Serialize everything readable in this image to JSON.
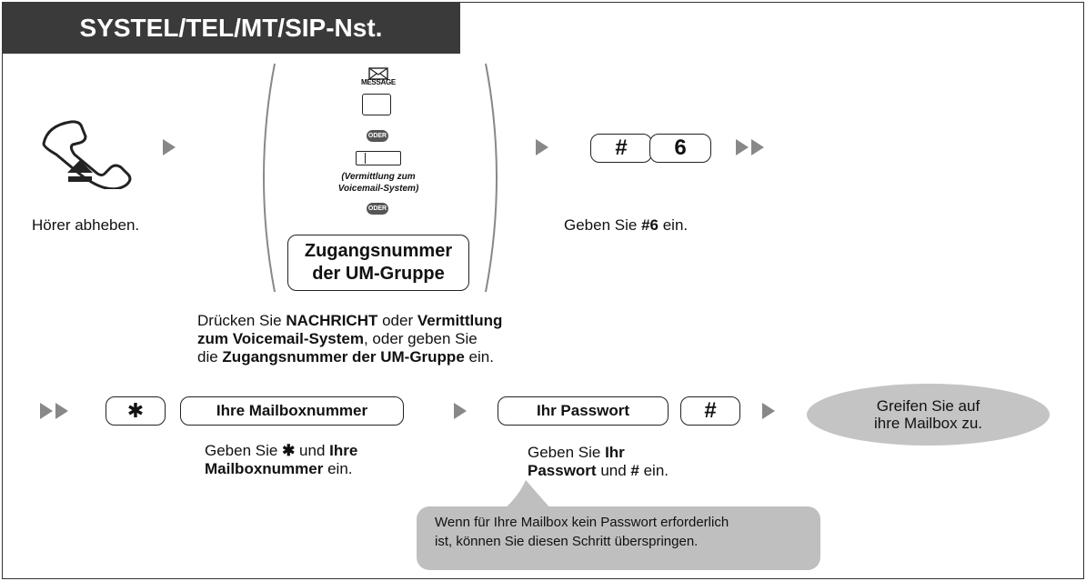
{
  "header": {
    "title": "SYSTEL/TEL/MT/SIP-Nst."
  },
  "step1": {
    "caption": "Hörer abheben."
  },
  "step2": {
    "message_label": "MESSAGE",
    "oder_1": "ODER",
    "transfer_label_1": "(Vermittlung zum",
    "transfer_label_2": "Voicemail-System)",
    "oder_2": "ODER",
    "access_button_line1": "Zugangsnummer",
    "access_button_line2": "der UM-Gruppe",
    "caption": {
      "l1_a": "Drücken Sie ",
      "l1_b": "NACHRICHT",
      "l1_c": " oder ",
      "l1_d": "Vermittlung",
      "l2_a": "zum Voicemail-System",
      "l2_b": ", oder geben Sie",
      "l3_a": "die ",
      "l3_b": "Zugangsnummer der UM-Gruppe",
      "l3_c": " ein."
    }
  },
  "step3": {
    "key_hash": "#",
    "key_six": "6",
    "caption_a": "Geben Sie ",
    "caption_b": "#6",
    "caption_c": " ein."
  },
  "step4": {
    "key_star": "✱",
    "mailbox_button": "Ihre Mailboxnummer",
    "caption_l1_a": "Geben Sie ",
    "caption_l1_star": "✱",
    "caption_l1_b": " und ",
    "caption_l1_c": "Ihre",
    "caption_l2_a": "Mailboxnummer",
    "caption_l2_b": " ein."
  },
  "step5": {
    "password_button": "Ihr Passwort",
    "key_hash": "#",
    "caption_l1_a": "Geben Sie ",
    "caption_l1_b": "Ihr",
    "caption_l2_a": "Passwort",
    "caption_l2_b": " und ",
    "caption_l2_c": "#",
    "caption_l2_d": " ein."
  },
  "result": {
    "line1": "Greifen Sie auf",
    "line2": "ihre Mailbox zu."
  },
  "note": {
    "line1": "Wenn für Ihre Mailbox kein Passwort erforderlich",
    "line2": "ist, können Sie diesen Schritt überspringen."
  },
  "colors": {
    "header_bg": "#3a3a3a",
    "arrow": "#888888",
    "bubble": "#bfbfbf"
  }
}
